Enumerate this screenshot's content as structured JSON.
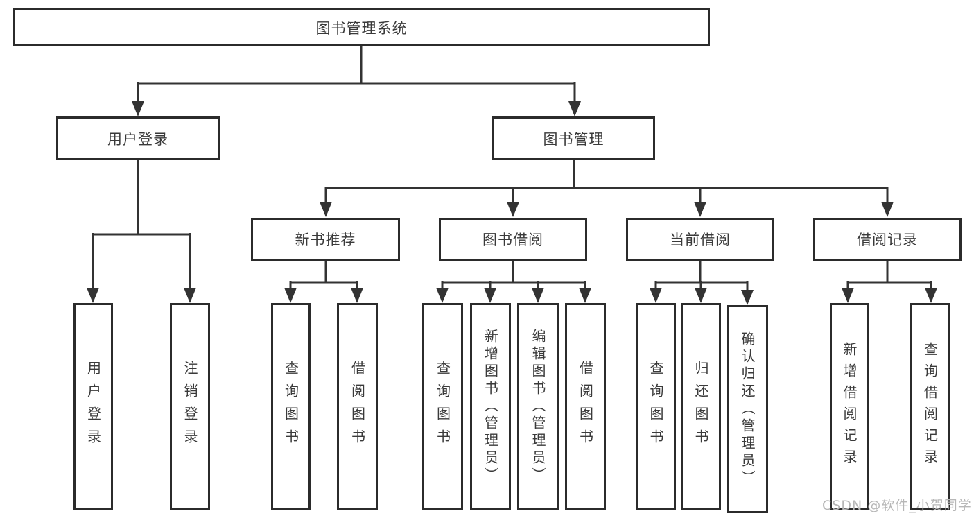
{
  "tree": {
    "root": {
      "label": "图书管理系统",
      "children": [
        {
          "label": "用户登录",
          "children": [
            {
              "label": "用户登录"
            },
            {
              "label": "注销登录"
            }
          ]
        },
        {
          "label": "图书管理",
          "children": [
            {
              "label": "新书推荐",
              "children": [
                {
                  "label": "查询图书"
                },
                {
                  "label": "借阅图书"
                }
              ]
            },
            {
              "label": "图书借阅",
              "children": [
                {
                  "label": "查询图书"
                },
                {
                  "label": "新增图书（管理员）"
                },
                {
                  "label": "编辑图书（管理员）"
                },
                {
                  "label": "借阅图书"
                }
              ]
            },
            {
              "label": "当前借阅",
              "children": [
                {
                  "label": "查询图书"
                },
                {
                  "label": "归还图书"
                },
                {
                  "label": "确认归还（管理员）"
                }
              ]
            },
            {
              "label": "借阅记录",
              "children": [
                {
                  "label": "新增借阅记录"
                },
                {
                  "label": "查询借阅记录"
                }
              ]
            }
          ]
        }
      ]
    }
  },
  "watermark": {
    "text": "CSDN @软件_小贺同学"
  },
  "colors": {
    "line": "#333333",
    "box_border": "#2b2b2b",
    "text": "#3a3a3a",
    "watermark": "#b7b7b7",
    "background": "#ffffff"
  }
}
